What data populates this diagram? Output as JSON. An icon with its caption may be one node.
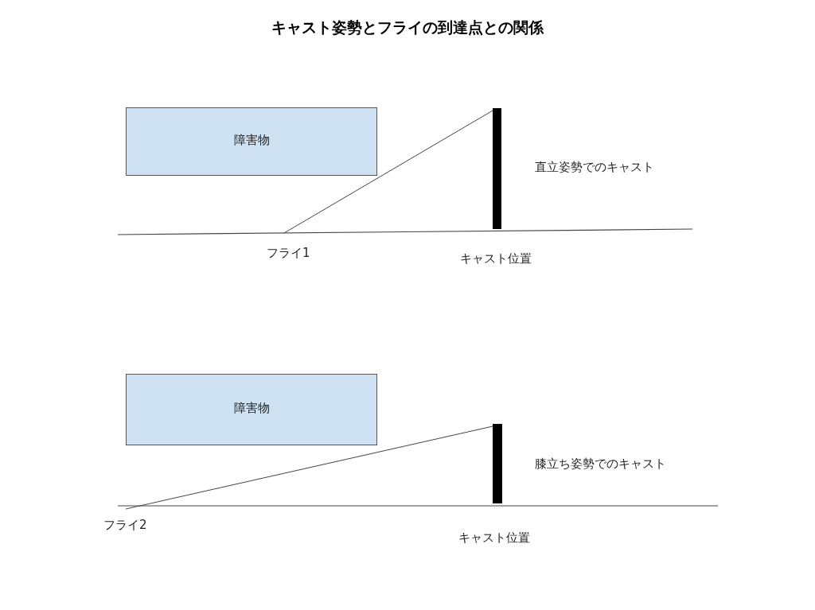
{
  "diagram": {
    "title": "キャスト姿勢とフライの到達点との関係",
    "nodes": [
      {
        "text": [
          "障害物"
        ]
      },
      {
        "text": [],
        "shape": "bar",
        "beside": [
          "直立姿勢でのキャスト",
          "キャスト位置"
        ]
      },
      {
        "text": [
          "障害物"
        ]
      },
      {
        "text": [],
        "shape": "bar",
        "beside": [
          "膝立ち姿勢でのキャスト",
          "キャスト位置"
        ]
      }
    ],
    "edges": [
      {
        "from": 1,
        "to": null,
        "arrow": "none"
      },
      {
        "from": 3,
        "to": null,
        "arrow": "none"
      }
    ],
    "labels": [
      "フライ1",
      "フライ2"
    ]
  }
}
